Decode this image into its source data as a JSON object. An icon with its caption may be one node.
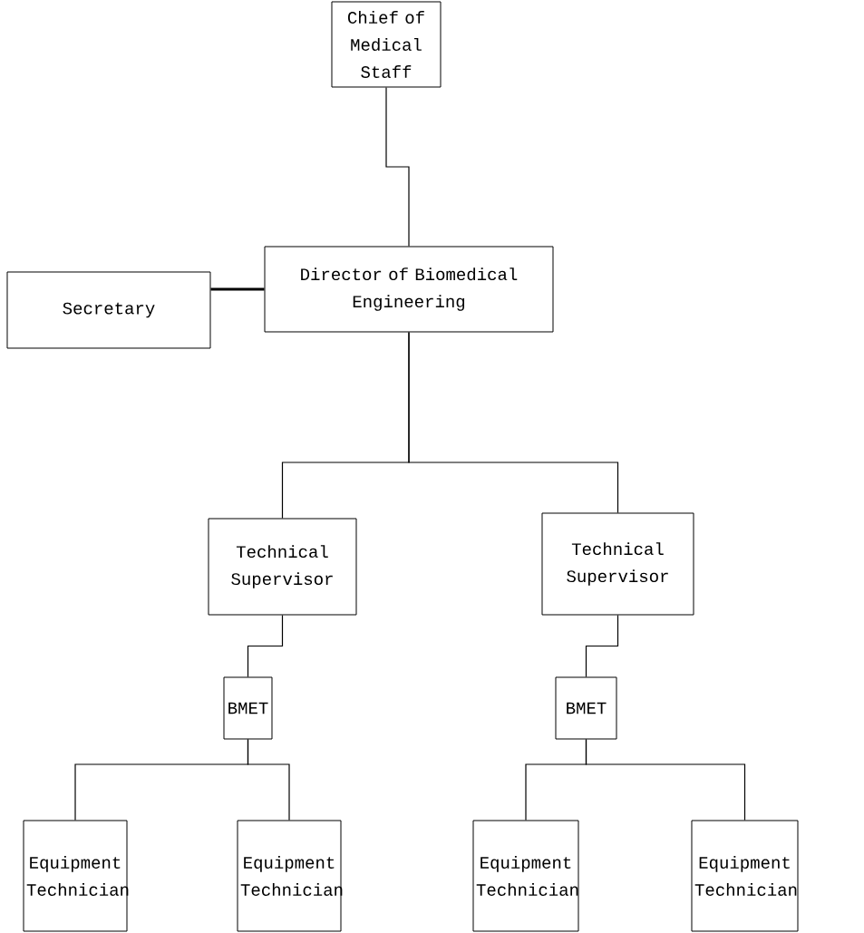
{
  "diagram": {
    "nodes": [
      {
        "text": [
          "Chief of Medical Staff"
        ]
      },
      {
        "text": [
          "Director of Biomedical Engineering"
        ]
      },
      {
        "text": [
          "Secretary"
        ]
      },
      {
        "text": [
          "Technical Supervisor"
        ]
      },
      {
        "text": [
          "Technical Supervisor"
        ]
      },
      {
        "text": [
          "BMET"
        ]
      },
      {
        "text": [
          "BMET"
        ]
      },
      {
        "text": [
          "Equipment Technician"
        ]
      },
      {
        "text": [
          "Equipment Technician"
        ]
      },
      {
        "text": [
          "Equipment Technician"
        ]
      },
      {
        "text": [
          "Equipment Technician"
        ]
      }
    ],
    "edges": [
      {
        "from": 0,
        "to": 1,
        "arrow": "none"
      },
      {
        "from": 1,
        "to": 2,
        "arrow": "none",
        "style": "thick"
      },
      {
        "from": 1,
        "to": 3,
        "arrow": "none"
      },
      {
        "from": 1,
        "to": 4,
        "arrow": "none"
      },
      {
        "from": 3,
        "to": 5,
        "arrow": "none"
      },
      {
        "from": 4,
        "to": 6,
        "arrow": "none"
      },
      {
        "from": 5,
        "to": 7,
        "arrow": "none"
      },
      {
        "from": 5,
        "to": 8,
        "arrow": "none"
      },
      {
        "from": 6,
        "to": 9,
        "arrow": "none"
      },
      {
        "from": 6,
        "to": 10,
        "arrow": "none"
      }
    ]
  }
}
